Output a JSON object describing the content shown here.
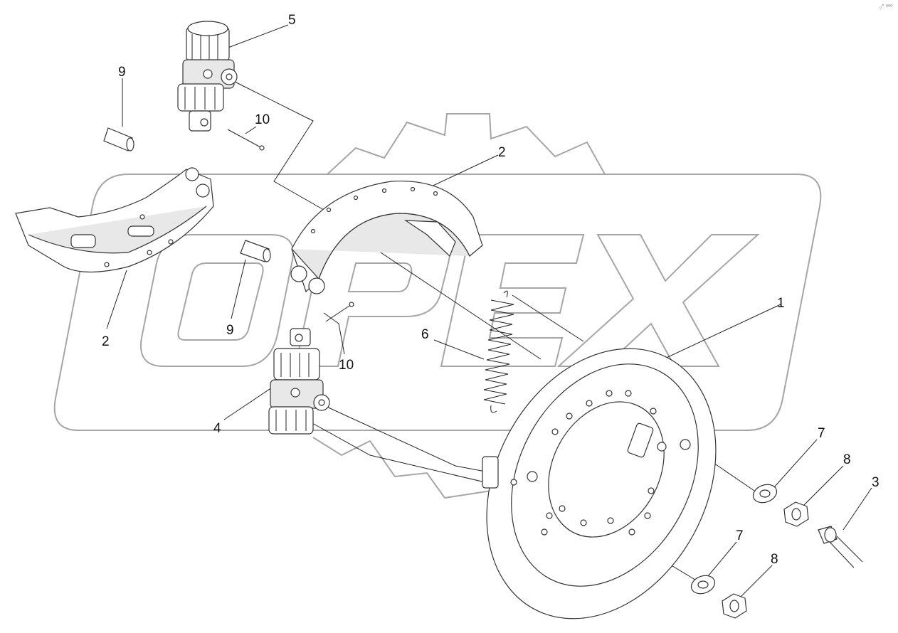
{
  "watermark": {
    "text": "OPEX"
  },
  "corner_mark": {
    "text": "₀° ⁰⁰⁰"
  },
  "labels": {
    "l5": "5",
    "l9a": "9",
    "l10a": "10",
    "l2a": "2",
    "l2b": "2",
    "l9b": "9",
    "l1": "1",
    "l6": "6",
    "l10b": "10",
    "l4": "4",
    "l7a": "7",
    "l8a": "8",
    "l3": "3",
    "l7b": "7",
    "l8b": "8"
  }
}
